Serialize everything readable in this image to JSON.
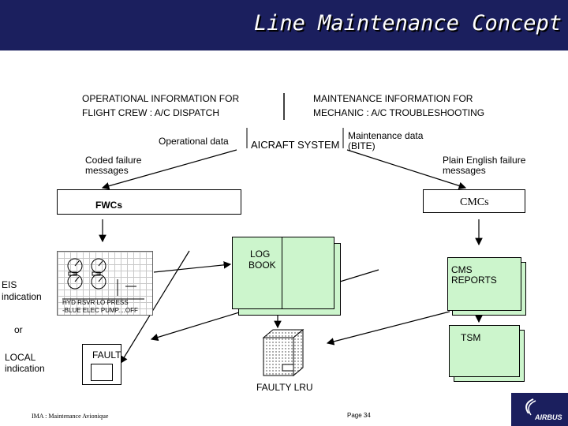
{
  "title": "Line Maintenance Concept",
  "left_header": {
    "line1": "OPERATIONAL INFORMATION FOR",
    "line2": "FLIGHT CREW : A/C DISPATCH"
  },
  "right_header": {
    "line1": "MAINTENANCE INFORMATION FOR",
    "line2": "MECHANIC : A/C TROUBLESHOOTING"
  },
  "operational_data": "Operational data",
  "aircraft_system": "AICRAFT SYSTEM",
  "maintenance_data": {
    "line1": "Maintenance data",
    "line2": "(BITE)"
  },
  "coded_failure": {
    "line1": "Coded failure",
    "line2": "messages"
  },
  "plain_english": {
    "line1": "Plain English failure",
    "line2": "messages"
  },
  "fwcs": "FWCs",
  "cmcs": "CMCs",
  "log_book": {
    "line1": "LOG",
    "line2": "BOOK"
  },
  "cms_reports": {
    "line1": "CMS",
    "line2": "REPORTS"
  },
  "eis": {
    "line1": "EIS",
    "line2": "indication"
  },
  "ecam_msg": {
    "line1": "HYD RSVR LO PRESS",
    "line2": "-BLUE ELEC PUMP....OFF",
    "prefix": "HYD"
  },
  "or_label": "or",
  "local": {
    "line1": "LOCAL",
    "line2": "indication"
  },
  "fault": "FAULT",
  "tsm": "TSM",
  "faulty_lru": "FAULTY LRU",
  "footer_left": "IMA : Maintenance Avionique",
  "footer_page": "Page 34",
  "logo": "AIRBUS"
}
